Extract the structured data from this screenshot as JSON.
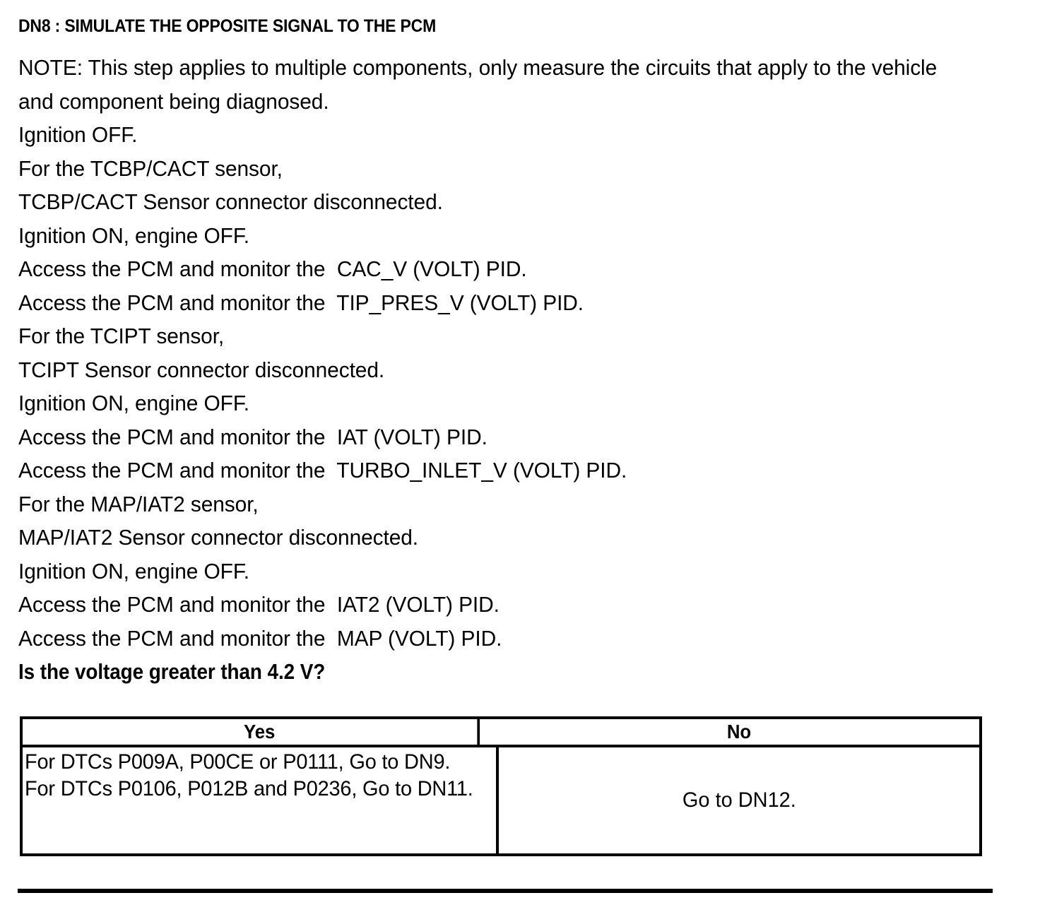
{
  "document": {
    "step_title": "DN8 : SIMULATE THE OPPOSITE SIGNAL TO THE PCM",
    "lines": [
      "NOTE: This step applies to multiple components, only measure the circuits that apply to the vehicle and component being diagnosed.",
      "Ignition OFF.",
      "For the TCBP/CACT sensor,",
      "TCBP/CACT Sensor connector disconnected.",
      "Ignition ON, engine OFF.",
      "Access the PCM and monitor the  CAC_V (VOLT) PID.",
      "Access the PCM and monitor the  TIP_PRES_V (VOLT) PID.",
      "For the TCIPT sensor,",
      "TCIPT Sensor connector disconnected.",
      "Ignition ON, engine OFF.",
      "Access the PCM and monitor the  IAT (VOLT) PID.",
      "Access the PCM and monitor the  TURBO_INLET_V (VOLT) PID.",
      "For the MAP/IAT2 sensor,",
      "MAP/IAT2 Sensor connector disconnected.",
      "Ignition ON, engine OFF.",
      "Access the PCM and monitor the  IAT2 (VOLT) PID.",
      "Access the PCM and monitor the  MAP (VOLT) PID."
    ],
    "question": "Is the voltage greater than 4.2 V?",
    "decision_table": {
      "headers": {
        "yes": "Yes",
        "no": "No"
      },
      "yes_action": "For DTCs P009A, P00CE or P0111, Go to DN9.\nFor DTCs P0106, P012B and P0236, Go to DN11.",
      "no_action": "Go to DN12."
    },
    "colors": {
      "text": "#000000",
      "background": "#ffffff",
      "rule": "#000000"
    }
  }
}
